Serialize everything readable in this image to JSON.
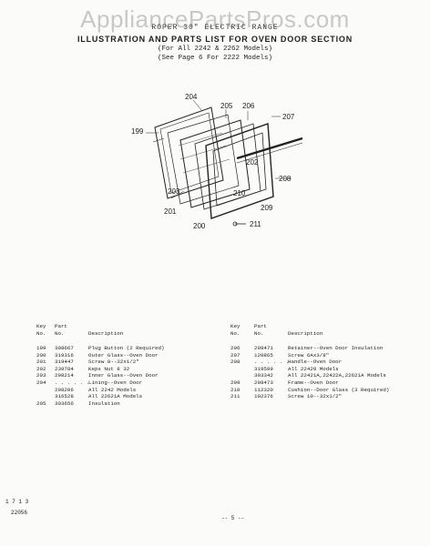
{
  "watermark": "AppliancePartsPros.com",
  "header": {
    "line1": "ROPER 30\" ELECTRIC RANGE",
    "line2": "ILLUSTRATION AND PARTS LIST FOR OVEN DOOR SECTION",
    "line3": "(For All 2242 & 2262 Models)",
    "line4": "(See Page 6 For 2222 Models)"
  },
  "diagram": {
    "callouts": [
      "204",
      "205",
      "206",
      "207",
      "199",
      "202",
      "208",
      "203",
      "210",
      "201",
      "209",
      "200",
      "211"
    ]
  },
  "table": {
    "headers": {
      "key_top": "Key",
      "key_bottom": "No.",
      "part_top": "Part",
      "part_bottom": "No.",
      "desc": "Description"
    },
    "left_rows": [
      {
        "key": "199",
        "part": "308667",
        "desc": "Plug Button (2 Required)"
      },
      {
        "key": "200",
        "part": "319316",
        "desc": "Outer Glass--Oven Door"
      },
      {
        "key": "201",
        "part": "319447",
        "desc": "Screw 8--32x1/2\""
      },
      {
        "key": "202",
        "part": "239784",
        "desc": "Keps Nut 8  32"
      },
      {
        "key": "203",
        "part": "298214",
        "desc": "Inner Glass--Oven Door"
      },
      {
        "key": "204",
        "part": ". . . . . .",
        "desc": "Lining--Oven Door"
      },
      {
        "key": "",
        "part": "298206",
        "desc": "    All 2242 Models"
      },
      {
        "key": "",
        "part": "316528",
        "desc": "    All 22621A Models"
      },
      {
        "key": "205",
        "part": "303656",
        "desc": "Insulation"
      }
    ],
    "right_rows": [
      {
        "key": "206",
        "part": "298471",
        "desc": "Retainer--Oven Door Insulation"
      },
      {
        "key": "207",
        "part": "120865",
        "desc": "Screw 6Ax3/8\""
      },
      {
        "key": "208",
        "part": ". . . . . .",
        "desc": "Handle--Oven Door"
      },
      {
        "key": "",
        "part": "319599",
        "desc": "    All 22420 Models"
      },
      {
        "key": "",
        "part": "303342",
        "desc": "    All 22421A,22422A,22621A Models"
      },
      {
        "key": "209",
        "part": "298473",
        "desc": "Frame--Oven Door"
      },
      {
        "key": "210",
        "part": "112320",
        "desc": "Cushion--Door Glass (3 Required)"
      },
      {
        "key": "211",
        "part": "102376",
        "desc": "Screw 10--32x1/2\""
      }
    ]
  },
  "footer": {
    "code1": "1 7 1 3",
    "code2": "22056",
    "page": "-- 5 --"
  }
}
